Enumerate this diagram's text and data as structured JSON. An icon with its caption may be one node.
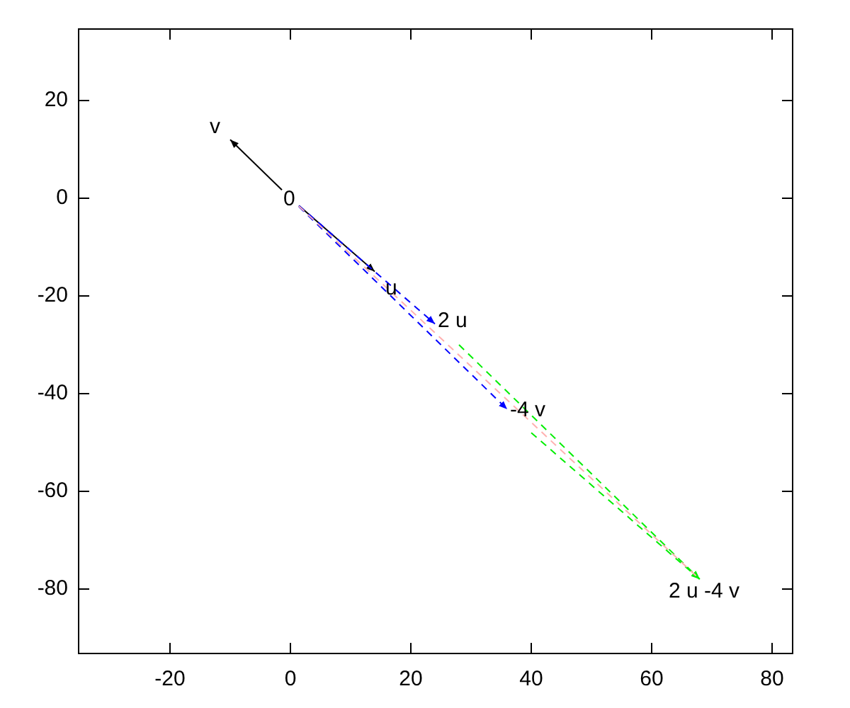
{
  "diagram": {
    "nodes": [
      {
        "text": [
          "v"
        ]
      },
      {
        "text": [
          "0"
        ]
      },
      {
        "text": [
          "u"
        ]
      },
      {
        "text": [
          "2 u"
        ]
      },
      {
        "text": [
          "-4 v"
        ]
      },
      {
        "text": [
          "2 u -4 v"
        ]
      }
    ],
    "edges": [
      {
        "from": 1,
        "to": 0,
        "arrow": "to"
      },
      {
        "from": 1,
        "to": 2,
        "arrow": "to"
      },
      {
        "from": 1,
        "to": 3,
        "arrow": "to",
        "style": "dashed",
        "color": "#0000ff"
      },
      {
        "from": 1,
        "to": 4,
        "arrow": "to",
        "style": "dashed",
        "color": "#0000ff"
      },
      {
        "from": 3,
        "to": 5,
        "arrow": "to",
        "style": "dashed",
        "color": "#00ee00"
      },
      {
        "from": 4,
        "to": 5,
        "arrow": "to",
        "style": "dashed",
        "color": "#00ee00"
      },
      {
        "from": 1,
        "to": 5,
        "arrow": "none",
        "style": "dashed",
        "color": "#ffb0b0"
      }
    ],
    "labels": [
      "20",
      "0",
      "-20",
      "-40",
      "-60",
      "-80",
      "-20",
      "0",
      "20",
      "40",
      "60",
      "80"
    ]
  }
}
